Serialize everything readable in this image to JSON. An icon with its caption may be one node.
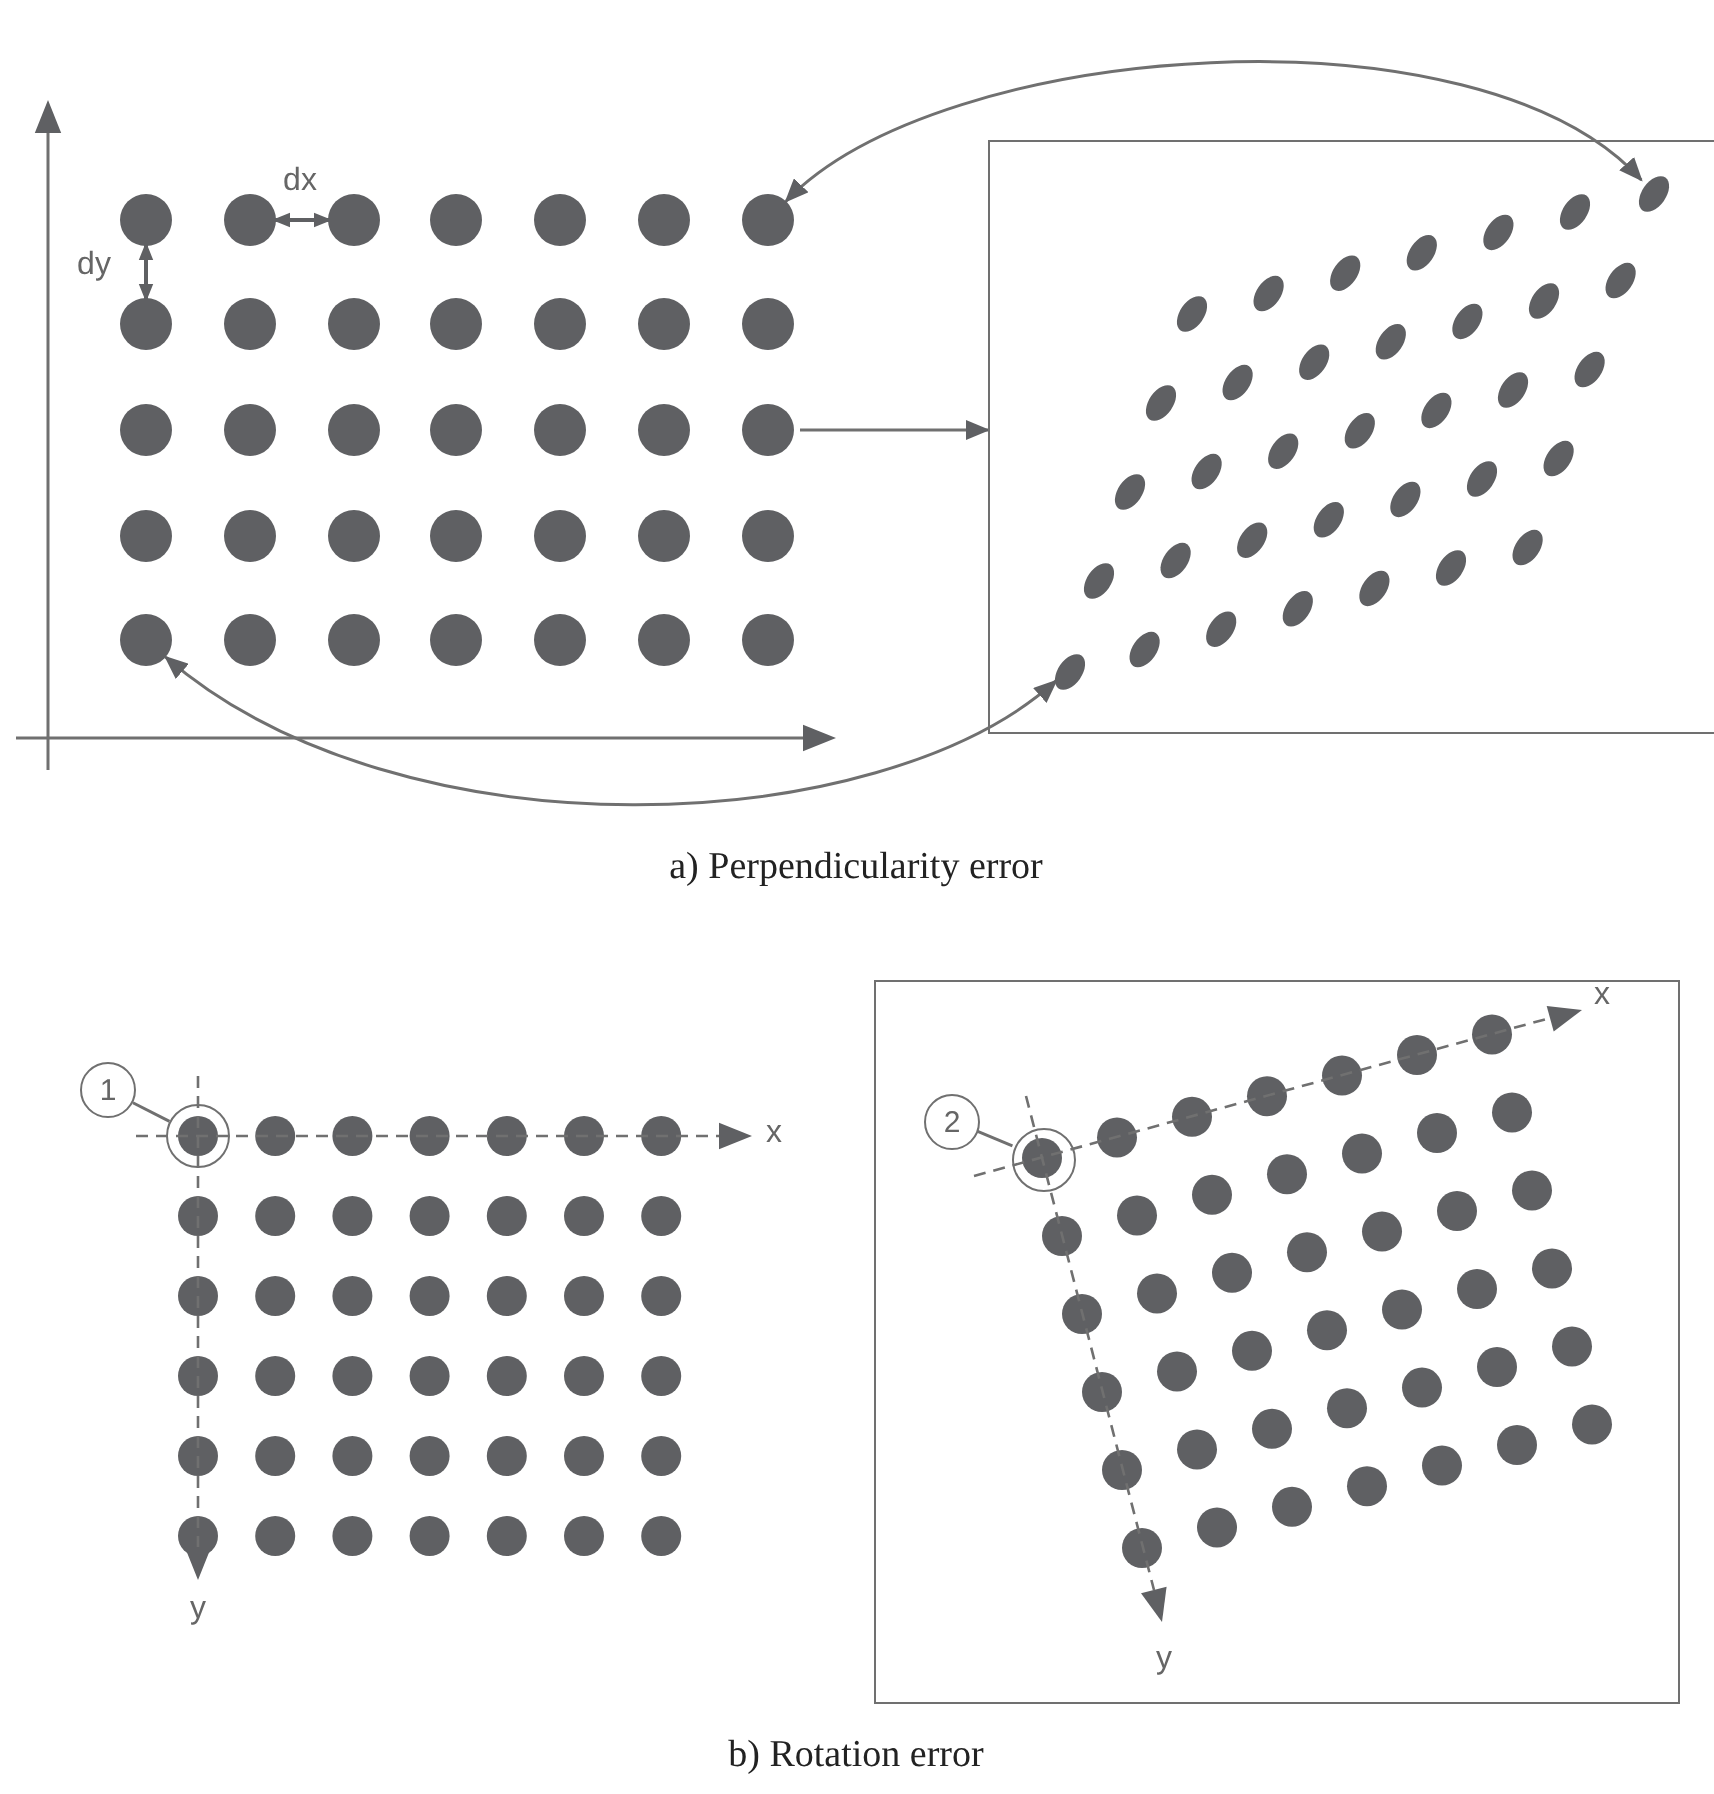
{
  "diagram": {
    "nodes": [
      {
        "text": [],
        "shape": "picture"
      },
      {
        "text": [],
        "shape": "circle",
        "in": 0
      },
      {
        "text": [],
        "shape": "circle",
        "in": 0
      },
      {
        "text": [],
        "shape": "box"
      },
      {
        "text": [],
        "shape": "circle",
        "in": 3
      },
      {
        "text": [],
        "shape": "circle",
        "in": 3
      },
      {
        "text": [
          "1"
        ]
      },
      {
        "text": [],
        "shape": "circle"
      },
      {
        "text": [],
        "shape": "box"
      },
      {
        "text": [
          "2"
        ],
        "in": 8
      },
      {
        "text": [],
        "shape": "circle",
        "in": 8
      }
    ],
    "edges": [
      {
        "from": 0,
        "to": 3,
        "arrow": "to"
      },
      {
        "from": 1,
        "to": 4,
        "arrow": "both"
      },
      {
        "from": 2,
        "to": 5,
        "arrow": "both"
      },
      {
        "from": 6,
        "to": 7,
        "arrow": "none"
      },
      {
        "from": 9,
        "to": 10,
        "arrow": "none"
      }
    ],
    "labels": [
      "dx",
      "dy",
      "a) Perpendicularity error",
      "x",
      "y",
      "x",
      "y",
      "b) Rotation error"
    ]
  }
}
